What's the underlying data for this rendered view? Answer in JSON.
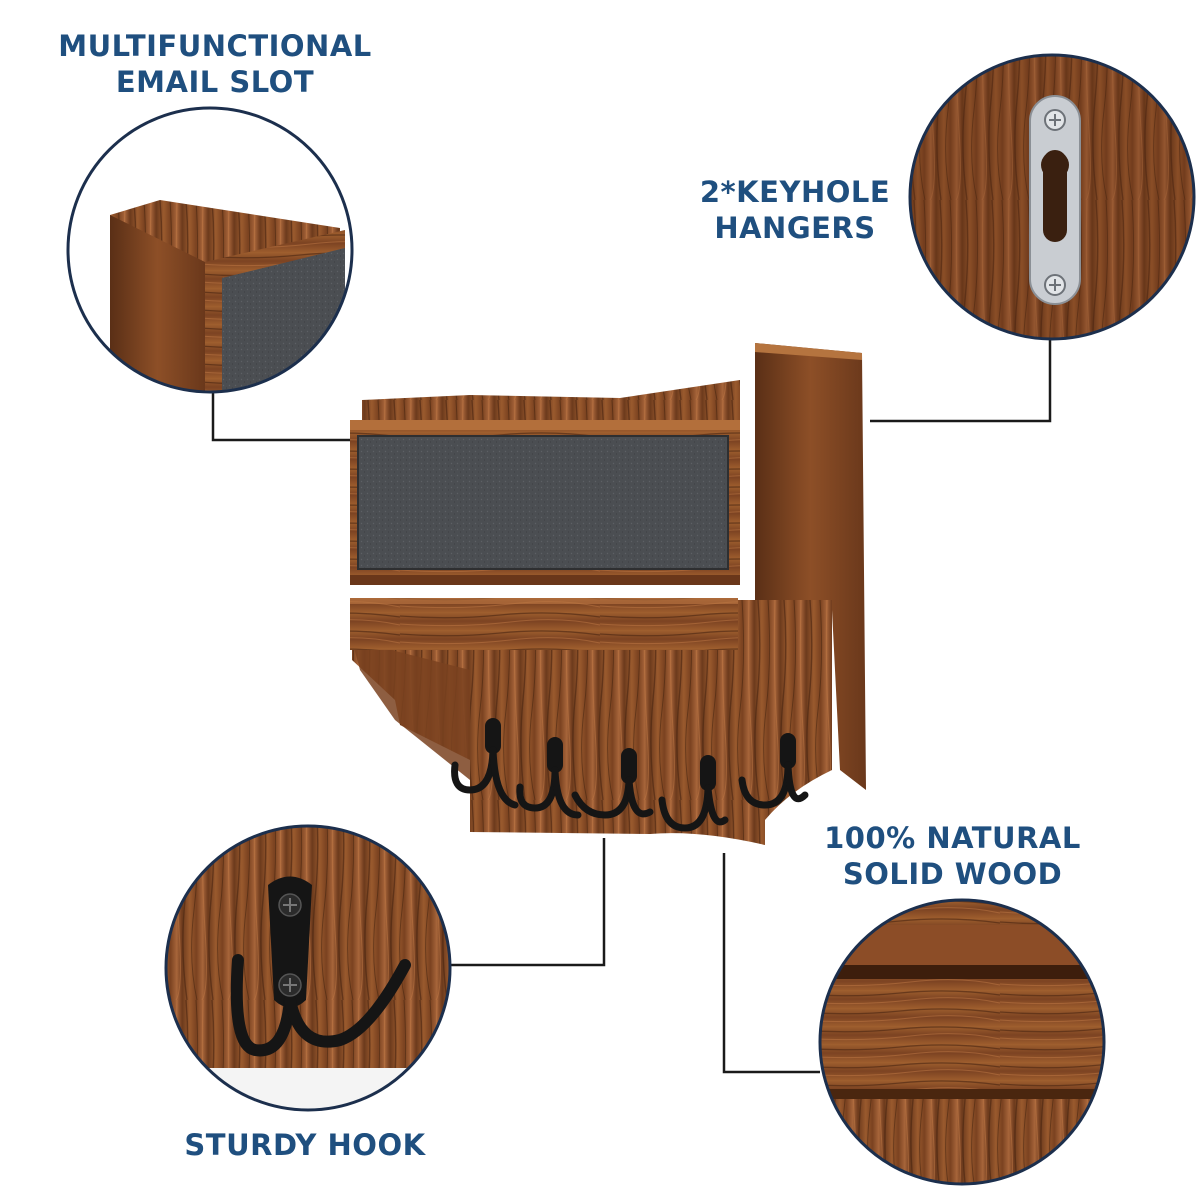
{
  "colors": {
    "label_text": "#1f4f7f",
    "circle_border": "#1c2f4d",
    "connector": "#1a1a1a",
    "wood_dark": "#5e3218",
    "wood_mid": "#8a4e28",
    "wood_light": "#b06f3c",
    "chalkboard": "#4b4e52",
    "hook_black": "#151515",
    "steel": "#c9cdd2",
    "background": "#ffffff"
  },
  "callouts": {
    "email_slot": {
      "line1": "MULTIFUNCTIONAL",
      "line2": "EMAIL SLOT"
    },
    "keyhole": {
      "line1": "2*KEYHOLE",
      "line2": "HANGERS"
    },
    "wood": {
      "line1": "100% NATURAL",
      "line2": "SOLID WOOD"
    },
    "hook": {
      "line1": "STURDY HOOK"
    }
  },
  "icons": [
    "keyhole-hanger-icon",
    "double-hook-icon",
    "screw-icon"
  ]
}
